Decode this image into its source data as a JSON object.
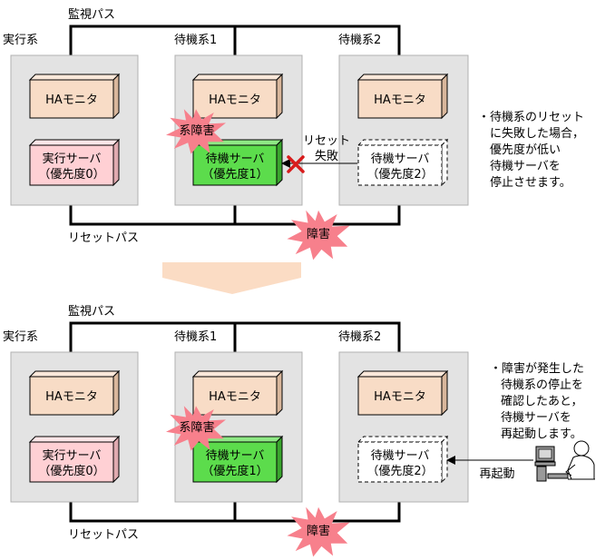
{
  "top": {
    "monitor_path": "監視パス",
    "reset_path": "リセットパス",
    "active_label": "実行系",
    "standby1_label": "待機系1",
    "standby2_label": "待機系2",
    "ha_monitor_1": "HAモニタ",
    "ha_monitor_2": "HAモニタ",
    "ha_monitor_3": "HAモニタ",
    "active_server": [
      "実行サーバ",
      "（優先度0）"
    ],
    "standby1_server": [
      "待機サーバ",
      "（優先度1）"
    ],
    "standby2_server": [
      "待機サーバ",
      "（優先度2）"
    ],
    "system_failure": "系障害",
    "reset_failed": [
      "リセット",
      "失敗"
    ],
    "path_failure": "障害",
    "note": [
      "・待機系のリセット",
      "に失敗した場合，",
      "優先度が低い",
      "待機サーバを",
      "停止させます。"
    ]
  },
  "bottom": {
    "monitor_path": "監視パス",
    "reset_path": "リセットパス",
    "active_label": "実行系",
    "standby1_label": "待機系1",
    "standby2_label": "待機系2",
    "ha_monitor_1": "HAモニタ",
    "ha_monitor_2": "HAモニタ",
    "ha_monitor_3": "HAモニタ",
    "active_server": [
      "実行サーバ",
      "（優先度0）"
    ],
    "standby1_server": [
      "待機サーバ",
      "（優先度1）"
    ],
    "standby2_server": [
      "待機サーバ",
      "（優先度2）"
    ],
    "system_failure": "系障害",
    "restart": "再起動",
    "path_failure": "障害",
    "note": [
      "・障害が発生した",
      "待機系の停止を",
      "確認したあと，",
      "待機サーバを",
      "再起動します。"
    ]
  },
  "colors": {
    "host_bg": "#e3e3e3",
    "ha_monitor": "#f8dcc6",
    "active_server": "#ffd0d4",
    "standby1_server": "#5cdc4c",
    "burst": "#f7808c",
    "cross": "#d81c1c"
  }
}
